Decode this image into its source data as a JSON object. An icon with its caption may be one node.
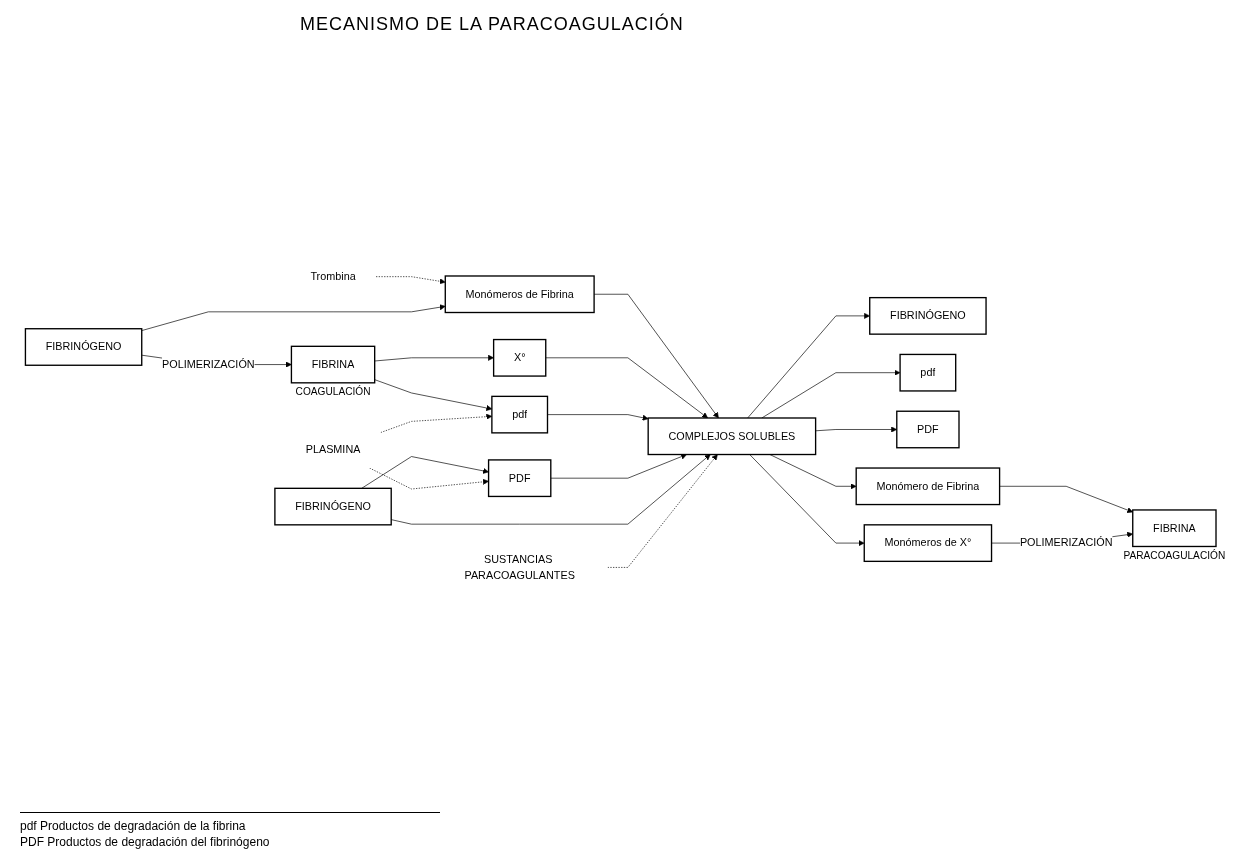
{
  "diagram": {
    "title": "MECANISMO DE LA PARACOAGULACIÓN",
    "nodes": [
      {
        "text": [
          "Trombina"
        ]
      },
      {
        "text": [
          "FIBRINÓGENO"
        ]
      },
      {
        "text": [
          "Monómeros de Fibrina"
        ]
      },
      {
        "text": [
          "COMPLEJOS SOLUBLES"
        ]
      },
      {
        "text": [
          "X°"
        ]
      },
      {
        "text": [
          "pdf"
        ]
      },
      {
        "text": [
          "PDF"
        ]
      },
      {
        "text": [
          "FIBRINÓGENO"
        ]
      },
      {
        "text": [
          "FIBRINA"
        ],
        "beside": [
          "COAGULACIÓN"
        ]
      },
      {
        "text": [
          "SUSTANCIAS PARACOAGULANTES"
        ]
      },
      {
        "text": [
          "FIBRINÓGENO"
        ]
      },
      {
        "text": [
          "pdf"
        ]
      },
      {
        "text": [
          "PDF"
        ]
      },
      {
        "text": [
          "Monómero de Fibrina"
        ]
      },
      {
        "text": [
          "Monómeros de X°"
        ]
      },
      {
        "text": [
          "FIBRINA"
        ],
        "beside": [
          "PARACOAGULACIÓN"
        ]
      },
      {
        "text": [
          "PLASMINA"
        ]
      }
    ],
    "edges": [
      {
        "from": 0,
        "to": 2,
        "arrow": "to",
        "style": "dashed"
      },
      {
        "from": 1,
        "to": 2,
        "arrow": "to"
      },
      {
        "from": 1,
        "to": 8,
        "arrow": "to",
        "label": "POLIMERIZACIÓN"
      },
      {
        "from": 2,
        "to": 3,
        "arrow": "to"
      },
      {
        "from": 4,
        "to": 3,
        "arrow": "to"
      },
      {
        "from": 5,
        "to": 3,
        "arrow": "to"
      },
      {
        "from": 6,
        "to": 3,
        "arrow": "to"
      },
      {
        "from": 7,
        "to": 3,
        "arrow": "to"
      },
      {
        "from": 7,
        "to": 6,
        "arrow": "to"
      },
      {
        "from": 8,
        "to": 5,
        "arrow": "to"
      },
      {
        "from": 8,
        "to": 4,
        "arrow": "to"
      },
      {
        "from": 16,
        "to": 5,
        "arrow": "to",
        "style": "dashed"
      },
      {
        "from": 16,
        "to": 6,
        "arrow": "to",
        "style": "dashed"
      },
      {
        "from": 9,
        "to": 3,
        "arrow": "to",
        "style": "dashed"
      },
      {
        "from": 3,
        "to": 10,
        "arrow": "to"
      },
      {
        "from": 3,
        "to": 11,
        "arrow": "to"
      },
      {
        "from": 3,
        "to": 12,
        "arrow": "to"
      },
      {
        "from": 3,
        "to": 13,
        "arrow": "to"
      },
      {
        "from": 3,
        "to": 14,
        "arrow": "to"
      },
      {
        "from": 13,
        "to": 15,
        "arrow": "to"
      },
      {
        "from": 14,
        "to": 15,
        "arrow": "to",
        "label": "POLIMERIZACIÓN"
      }
    ],
    "labels": [
      "pdf Productos de degradación de la fibrina",
      "PDF Productos de degradación del fibrinógeno"
    ]
  }
}
